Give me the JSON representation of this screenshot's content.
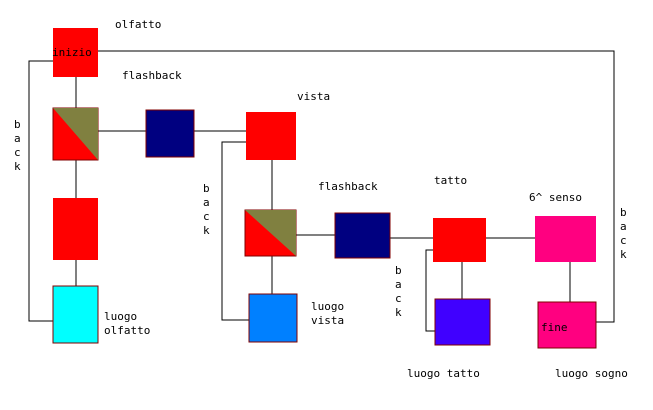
{
  "labels": {
    "olfatto": "olfatto",
    "inizio": "inizio",
    "flashback_1": "flashback",
    "vista": "vista",
    "flashback_2": "flashback",
    "tatto": "tatto",
    "sesto_senso": "6^ senso",
    "luogo_olfatto_1": "luogo",
    "luogo_olfatto_2": "olfatto",
    "luogo_vista_1": "luogo",
    "luogo_vista_2": "vista",
    "luogo_tatto": "luogo tatto",
    "luogo_sogno": "luogo sogno",
    "fine": "fine",
    "back": "back"
  },
  "colors": {
    "red": "#ff0000",
    "navy": "#000080",
    "olive": "#808040",
    "cyan": "#00ffff",
    "blue": "#0080ff",
    "violet": "#4000ff",
    "pink": "#ff0080",
    "border": "#800000",
    "line": "#000000"
  }
}
